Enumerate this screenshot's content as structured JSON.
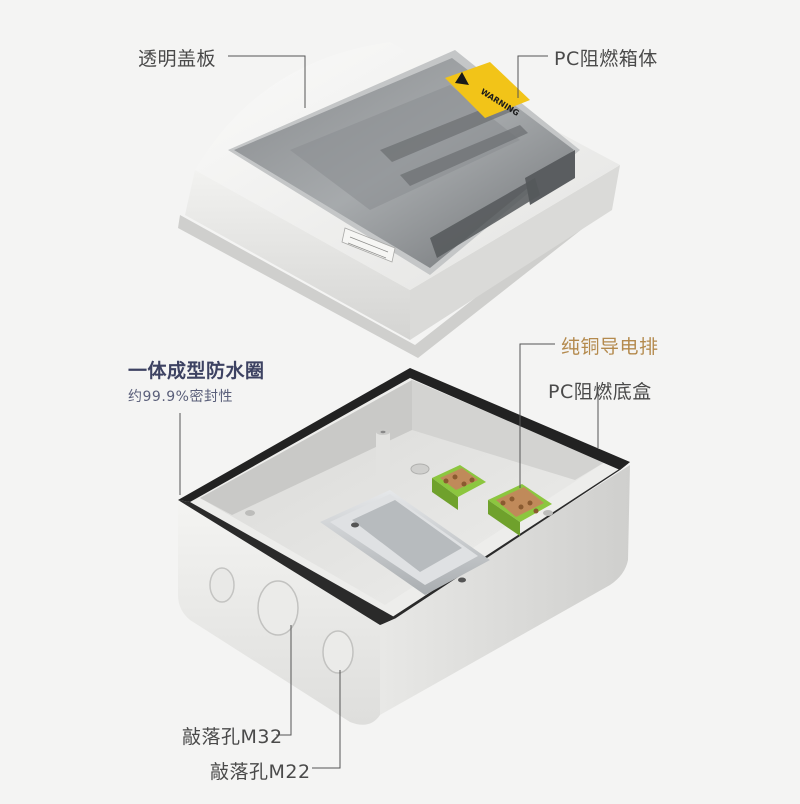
{
  "labels": {
    "transparent_cover": "透明盖板",
    "pc_box_body": "PC阻燃箱体",
    "seal_ring": "一体成型防水圈",
    "seal_rate": "约99.9%密封性",
    "copper_busbar": "纯铜导电排",
    "pc_base_box": "PC阻燃底盒",
    "knockout_m32": "敲落孔M32",
    "knockout_m22": "敲落孔M22"
  },
  "product": {
    "warning_text": "WARNING"
  },
  "colors": {
    "background": "#f4f4f3",
    "box_white": "#ececea",
    "cover_tint": "#6f7274",
    "warning_yellow": "#f2c418",
    "terminal_green": "#8cc63f",
    "busbar_copper": "#c08a5a",
    "din_rail": "#c9ccce",
    "seal_black": "#222222",
    "label_blue": "#3d4262",
    "label_gold": "#b48a4d"
  }
}
